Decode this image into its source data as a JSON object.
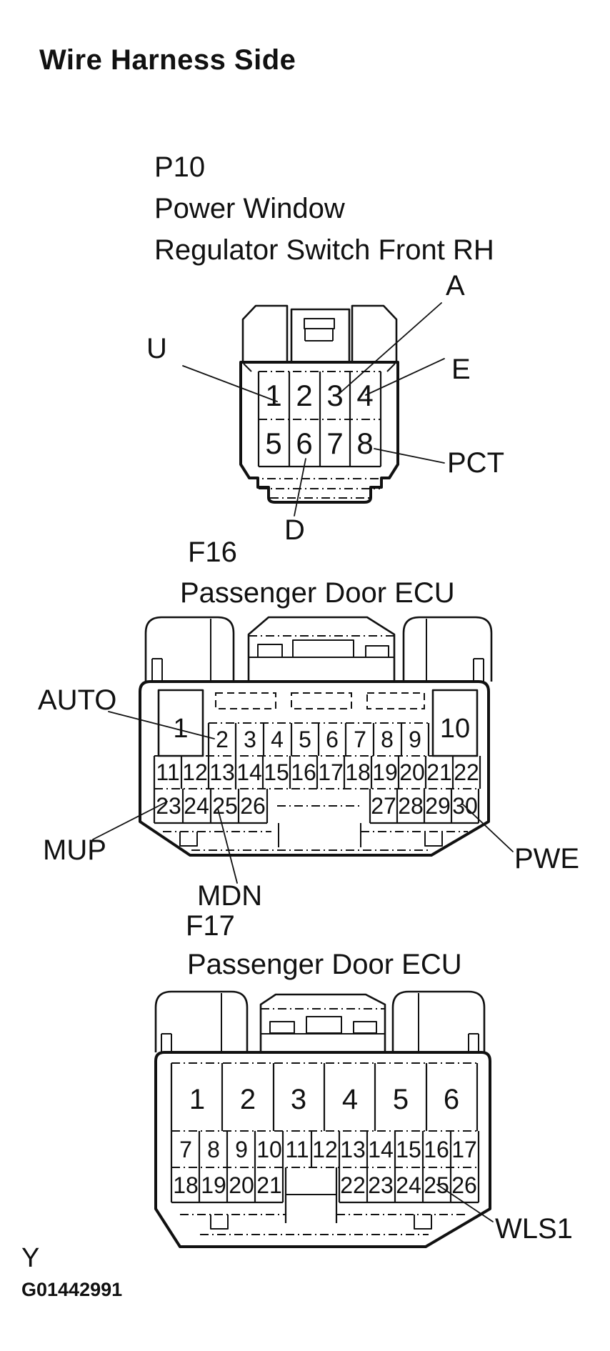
{
  "page": {
    "title": "Wire Harness Side",
    "footer_letter": "Y",
    "footer_code": "G01442991",
    "ink_color": "#111111",
    "background_color": "#ffffff"
  },
  "connectors": {
    "p10": {
      "id": "P10",
      "name_line1": "Power Window",
      "name_line2": "Regulator Switch Front RH",
      "pins": [
        "1",
        "2",
        "3",
        "4",
        "5",
        "6",
        "7",
        "8"
      ],
      "labels": {
        "u": "U",
        "a": "A",
        "e": "E",
        "pct": "PCT",
        "d": "D"
      }
    },
    "f16": {
      "id": "F16",
      "name": "Passenger Door ECU",
      "pin1": "1",
      "pin10": "10",
      "row_top": [
        "2",
        "3",
        "4",
        "5",
        "6",
        "7",
        "8",
        "9"
      ],
      "row_mid": [
        "11",
        "12",
        "13",
        "14",
        "15",
        "16",
        "17",
        "18",
        "19",
        "20",
        "21",
        "22"
      ],
      "row_bottom_left": [
        "23",
        "24",
        "25",
        "26"
      ],
      "row_bottom_right": [
        "27",
        "28",
        "29",
        "30"
      ],
      "labels": {
        "auto": "AUTO",
        "mup": "MUP",
        "mdn": "MDN",
        "pwe": "PWE"
      }
    },
    "f17": {
      "id": "F17",
      "name": "Passenger Door ECU",
      "row_top": [
        "1",
        "2",
        "3",
        "4",
        "5",
        "6"
      ],
      "row_mid": [
        "7",
        "8",
        "9",
        "10",
        "11",
        "12",
        "13",
        "14",
        "15",
        "16",
        "17"
      ],
      "row_bottom_left": [
        "18",
        "19",
        "20",
        "21"
      ],
      "row_bottom_right": [
        "22",
        "23",
        "24",
        "25",
        "26"
      ],
      "labels": {
        "wls1": "WLS1"
      }
    }
  }
}
